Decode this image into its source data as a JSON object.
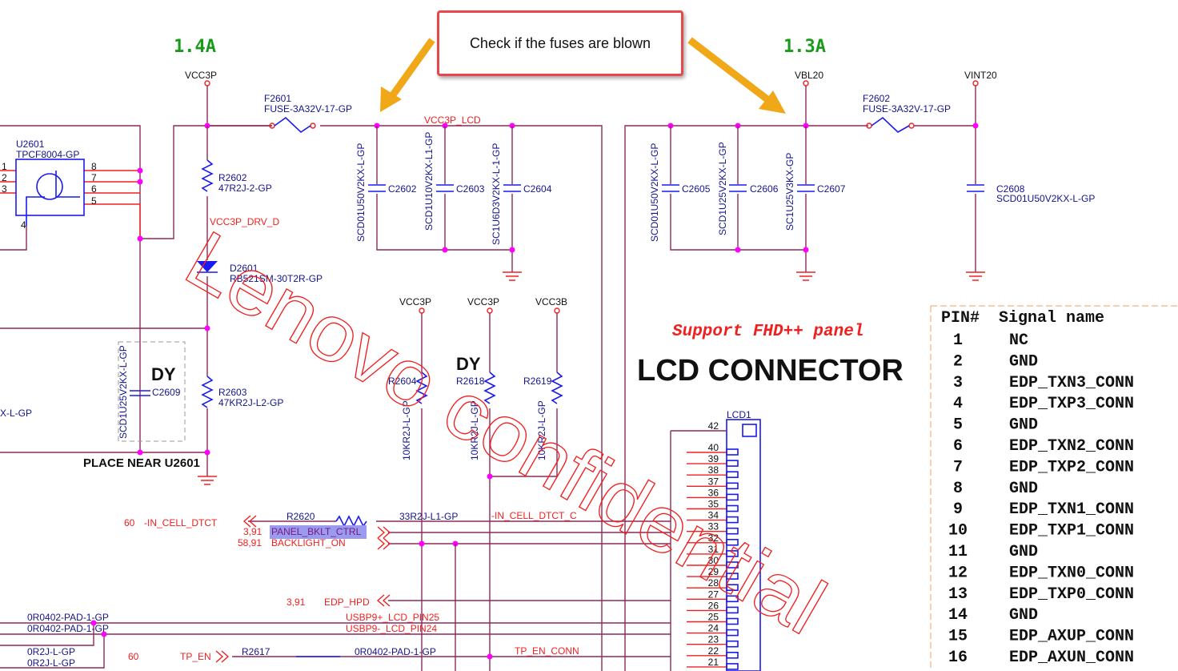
{
  "annotation": {
    "callout_text": "Check if the fuses are blown",
    "arrow_color": "#f0a818",
    "current_left": "1.4A",
    "current_right": "1.3A"
  },
  "watermark": "Lenovo confidential",
  "rails": {
    "vcc3p": "VCC3P",
    "vbl20": "VBL20",
    "vint20": "VINT20",
    "vcc3b": "VCC3B",
    "vcc3p_lcd": "VCC3P_LCD",
    "vcc3p_drv_d": "VCC3P_DRV_D"
  },
  "components": {
    "u2601": {
      "ref": "U2601",
      "part": "TPCF8004-GP",
      "pins": [
        "1",
        "2",
        "3",
        "4",
        "5",
        "6",
        "7",
        "8"
      ]
    },
    "f2601": {
      "ref": "F2601",
      "part": "FUSE-3A32V-17-GP"
    },
    "f2602": {
      "ref": "F2602",
      "part": "FUSE-3A32V-17-GP"
    },
    "r2602": {
      "ref": "R2602",
      "part": "47R2J-2-GP"
    },
    "d2601": {
      "ref": "D2601",
      "part": "RB521SM-30T2R-GP"
    },
    "r2603": {
      "ref": "R2603",
      "part": "47KR2J-L2-GP"
    },
    "c2609": {
      "ref": "C2609",
      "part": "SCD1U25V2KX-L-GP",
      "tag": "DY"
    },
    "c2602": {
      "ref": "C2602",
      "part": "SCD01U50V2KX-L-GP"
    },
    "c2603": {
      "ref": "C2603",
      "part": "SCD1U10V2KX-L1-GP"
    },
    "c2604": {
      "ref": "C2604",
      "part": "SC1U6D3V2KX-L-1-GP"
    },
    "c2605": {
      "ref": "C2605",
      "part": "SCD01U50V2KX-L-GP"
    },
    "c2606": {
      "ref": "C2606",
      "part": "SCD1U25V2KX-L-GP"
    },
    "c2607": {
      "ref": "C2607",
      "part": "SC1U25V3KX-GP"
    },
    "c2608": {
      "ref": "C2608",
      "part": "SCD01U50V2KX-L-GP"
    },
    "r2604": {
      "ref": "R2604",
      "part": "10KR2J-L-GP"
    },
    "r2618": {
      "ref": "R2618",
      "part": "10KR2J-L-GP",
      "tag": "DY"
    },
    "r2619": {
      "ref": "R2619",
      "part": "10KR2J-L-GP"
    },
    "r2620": {
      "ref": "R2620",
      "part": "33R2J-L1-GP"
    },
    "r2617": {
      "ref": "R2617",
      "part": "0R0402-PAD-1-GP"
    },
    "lcd1": {
      "ref": "LCD1"
    }
  },
  "notes": {
    "place_near": "PLACE NEAR U2601",
    "support": "Support FHD++ panel",
    "title": "LCD CONNECTOR",
    "left_partial": "X-L-GP"
  },
  "nets": {
    "in_cell": {
      "page": "60",
      "name": "-IN_CELL_DTCT",
      "conn": "-IN_CELL_DTCT_C"
    },
    "bklt": {
      "page": "3,91",
      "name": "PANEL_BKLT_CTRL"
    },
    "bl_on": {
      "page": "58,91",
      "name": "BACKLIGHT_ON"
    },
    "hpd": {
      "page": "3,91",
      "name": "EDP_HPD"
    },
    "usbp": "USBP9+_LCD_PIN25",
    "usbn": "USBP9-_LCD_PIN24",
    "tp_en": {
      "page": "60",
      "name": "TP_EN",
      "conn": "TP_EN_CONN"
    },
    "pad1": "0R0402-PAD-1-GP",
    "pad2": "0R0402-PAD-1-GP",
    "r2j1": "0R2J-L-GP",
    "r2j2": "0R2J-L-GP"
  },
  "connector_pins": [
    "42",
    "40",
    "39",
    "38",
    "37",
    "36",
    "35",
    "34",
    "33",
    "32",
    "31",
    "30",
    "29",
    "28",
    "27",
    "26",
    "25",
    "24",
    "23",
    "22",
    "21"
  ],
  "pin_table": {
    "header_pin": "PIN#",
    "header_signal": "Signal name",
    "rows": [
      {
        "pin": "1",
        "signal": "NC"
      },
      {
        "pin": "2",
        "signal": "GND"
      },
      {
        "pin": "3",
        "signal": "EDP_TXN3_CONN"
      },
      {
        "pin": "4",
        "signal": "EDP_TXP3_CONN"
      },
      {
        "pin": "5",
        "signal": "GND"
      },
      {
        "pin": "6",
        "signal": "EDP_TXN2_CONN"
      },
      {
        "pin": "7",
        "signal": "EDP_TXP2_CONN"
      },
      {
        "pin": "8",
        "signal": "GND"
      },
      {
        "pin": "9",
        "signal": "EDP_TXN1_CONN"
      },
      {
        "pin": "10",
        "signal": "EDP_TXP1_CONN"
      },
      {
        "pin": "11",
        "signal": "GND"
      },
      {
        "pin": "12",
        "signal": "EDP_TXN0_CONN"
      },
      {
        "pin": "13",
        "signal": "EDP_TXP0_CONN"
      },
      {
        "pin": "14",
        "signal": "GND"
      },
      {
        "pin": "15",
        "signal": "EDP_AXUP_CONN"
      },
      {
        "pin": "16",
        "signal": "EDP_AXUN_CONN"
      }
    ]
  }
}
